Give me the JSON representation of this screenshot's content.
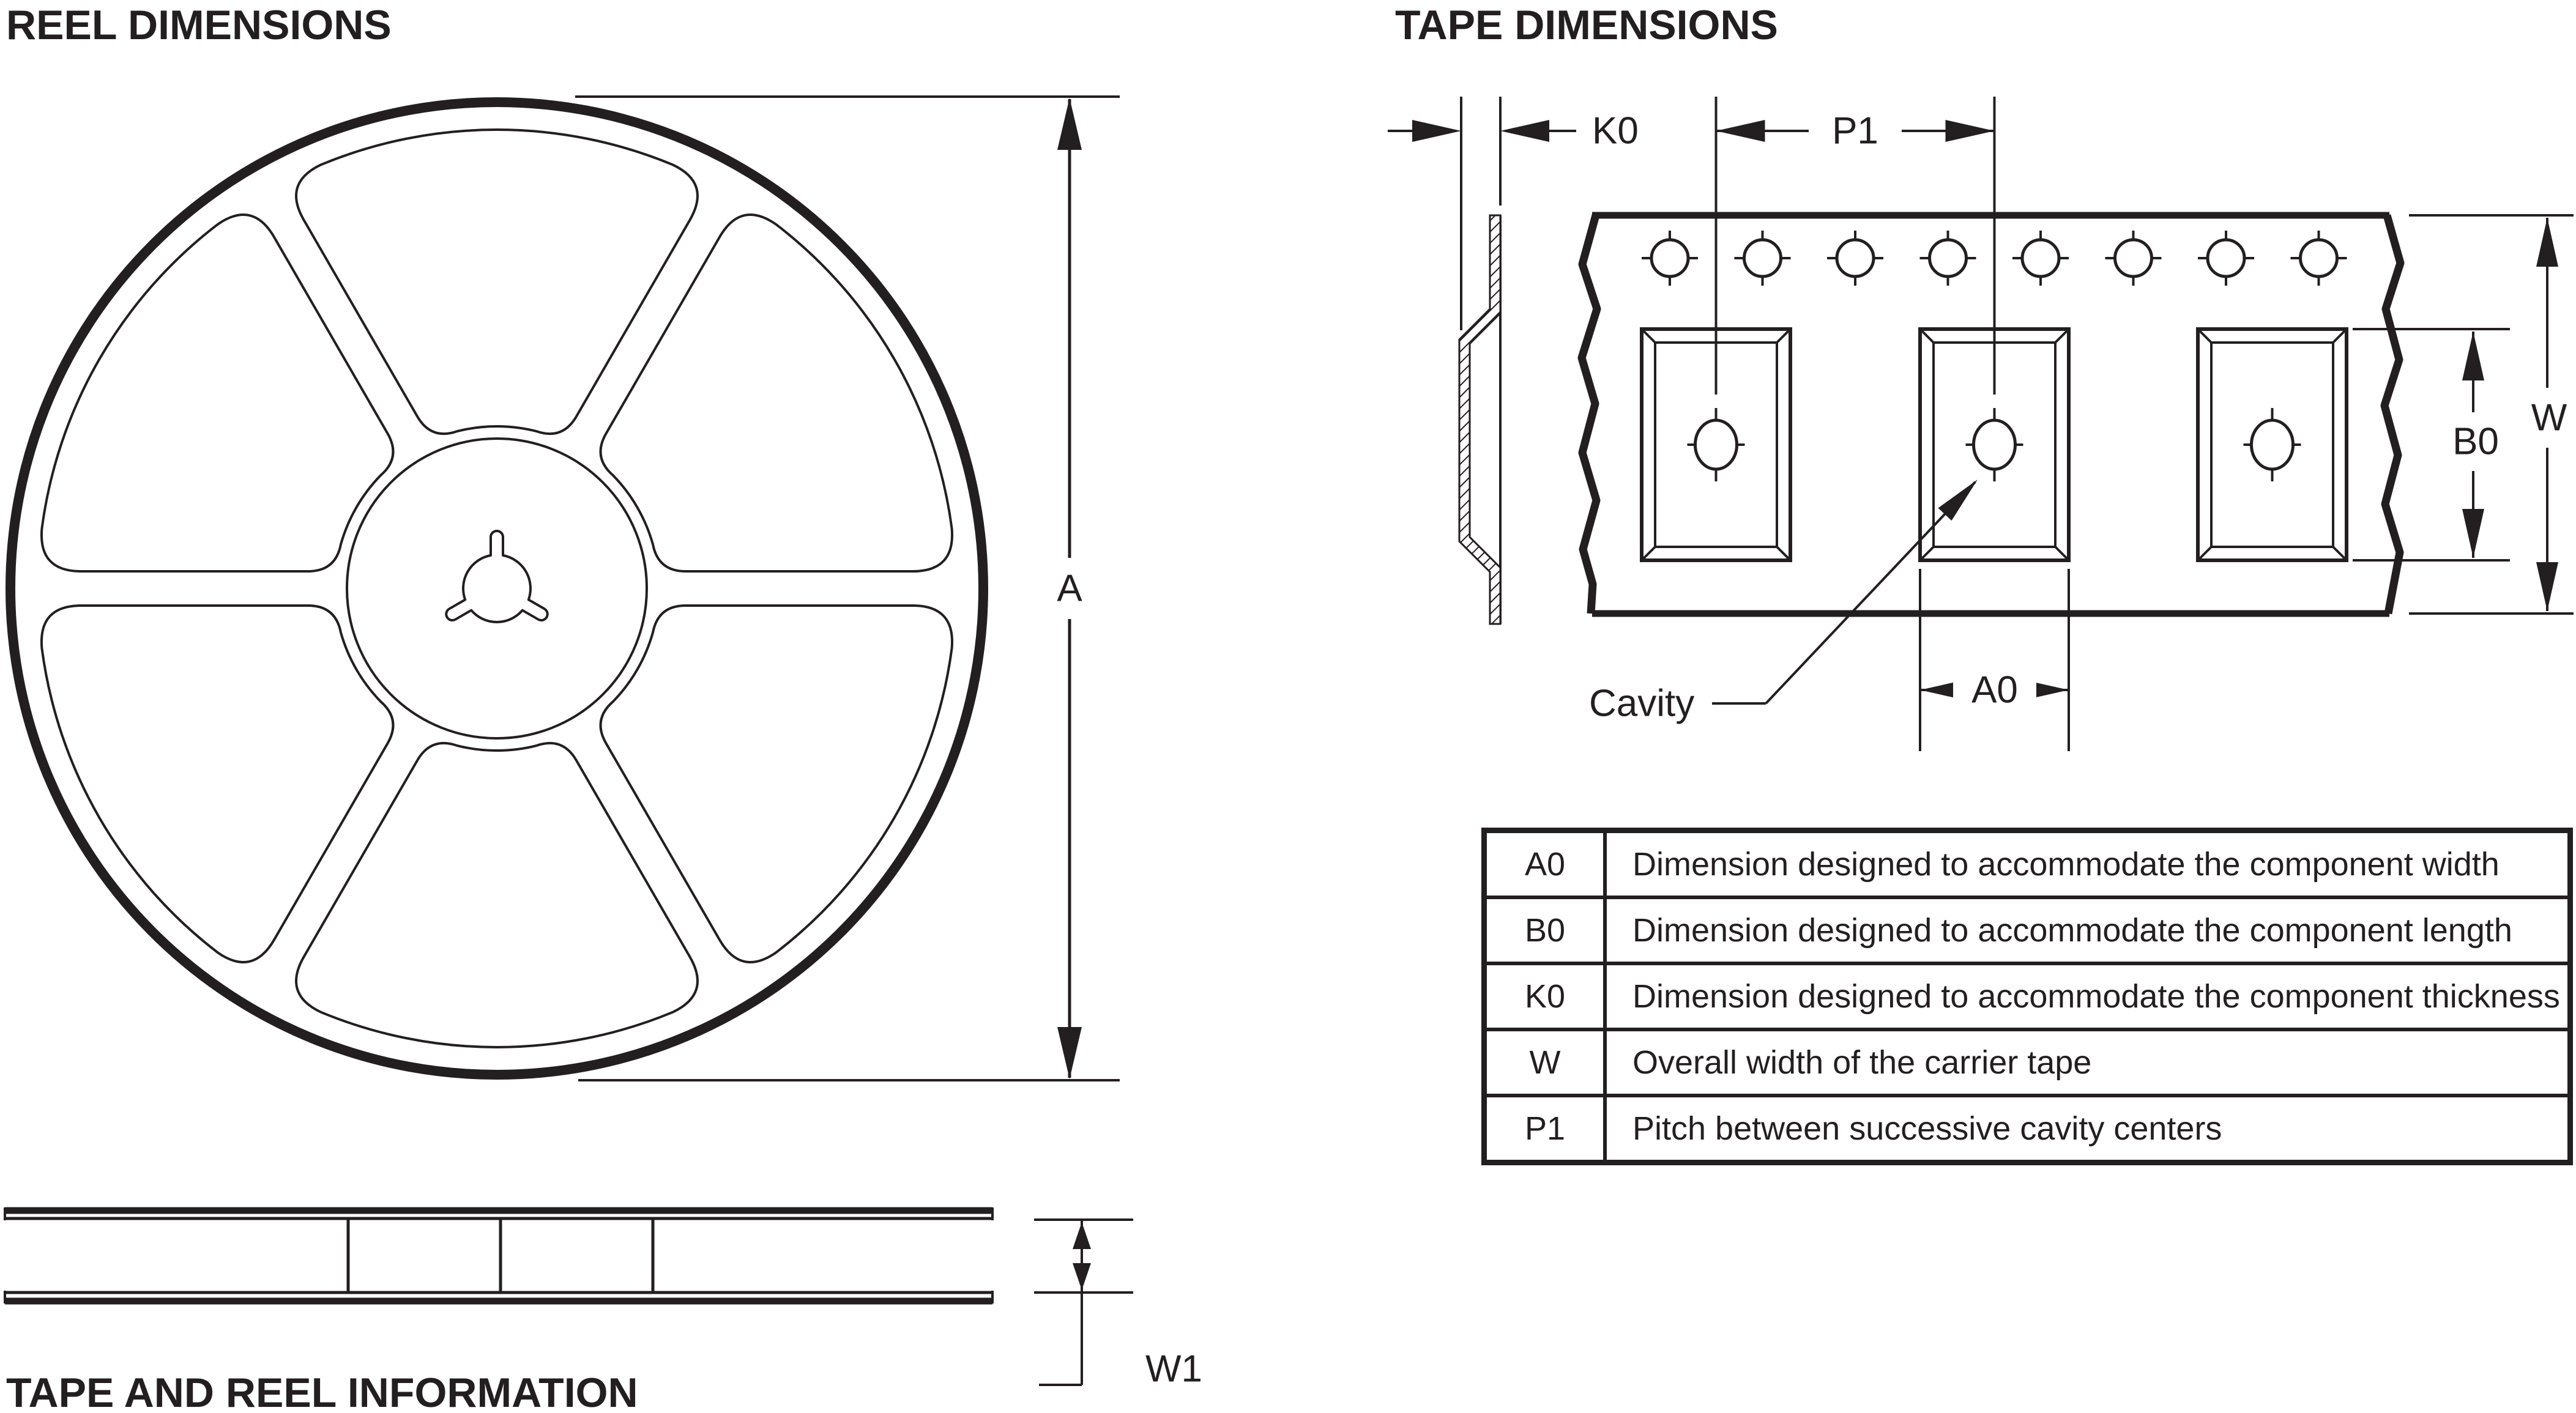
{
  "colors": {
    "ink": "#231f20",
    "paper": "#ffffff"
  },
  "titles": {
    "reel": "REEL DIMENSIONS",
    "tape": "TAPE DIMENSIONS",
    "footer": "TAPE AND REEL INFORMATION"
  },
  "labels": {
    "a": "A",
    "w1": "W1",
    "k0": "K0",
    "p1": "P1",
    "w": "W",
    "b0": "B0",
    "a0": "A0",
    "cavity": "Cavity"
  },
  "table": {
    "rows": [
      {
        "symbol": "A0",
        "description": "Dimension designed to accommodate the component width"
      },
      {
        "symbol": "B0",
        "description": "Dimension designed to accommodate the component length"
      },
      {
        "symbol": "K0",
        "description": "Dimension designed to accommodate the component thickness"
      },
      {
        "symbol": "W",
        "description": "Overall width of the carrier tape"
      },
      {
        "symbol": "P1",
        "description": "Pitch between successive cavity centers"
      }
    ]
  }
}
